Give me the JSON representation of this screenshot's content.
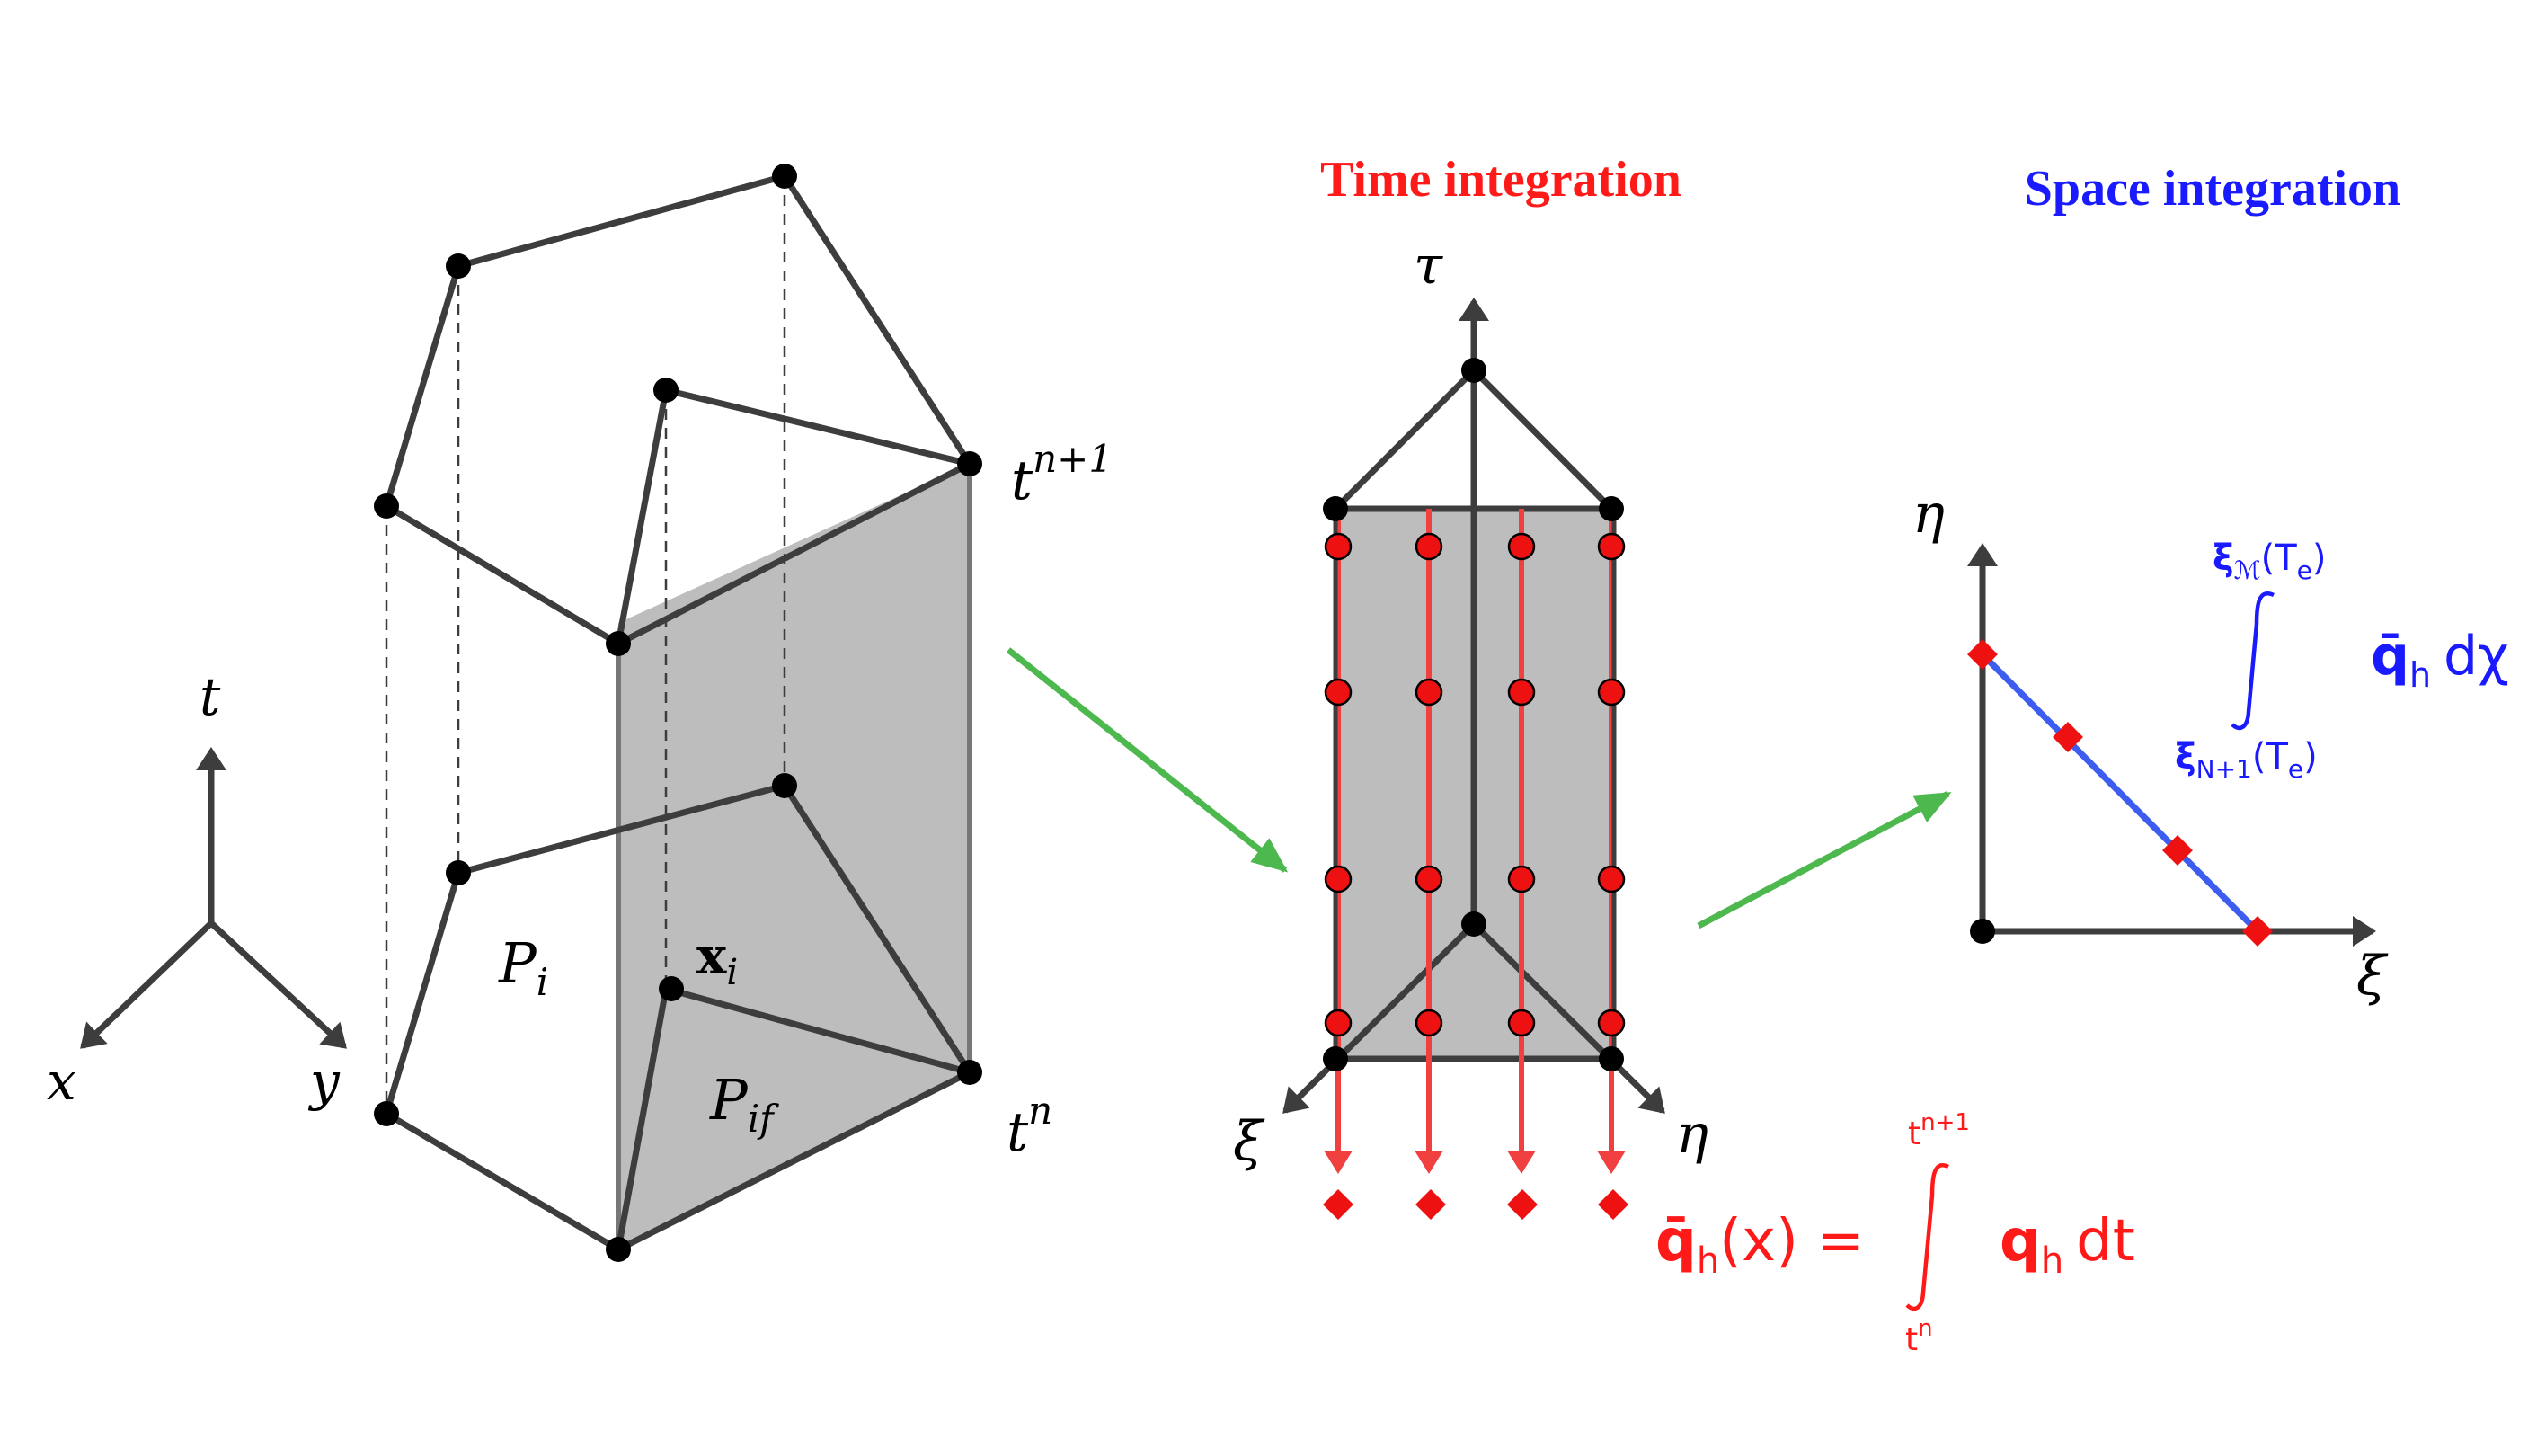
{
  "colors": {
    "edge": "#3d3d3d",
    "face": "#bdbdbd",
    "node": "#000000",
    "arrow": "#4db84d",
    "time": "#ff1a1a",
    "space": "#1a1aff",
    "quad_line": "#f04040"
  },
  "titles": {
    "time": "Time integration",
    "space": "Space integration"
  },
  "axes3d": {
    "t": "t",
    "x": "x",
    "y": "y"
  },
  "prism": {
    "time_top": "t",
    "time_top_sup": "n+1",
    "time_bottom": "t",
    "time_bottom_sup": "n",
    "cell": "P",
    "cell_sub": "i",
    "face": "P",
    "face_sub": "if",
    "point": "x",
    "point_sub": "i"
  },
  "ref_element": {
    "tau": "τ",
    "xi": "ξ",
    "eta": "η"
  },
  "ref_triangle": {
    "eta": "η",
    "xi": "ξ"
  },
  "time_formula": {
    "lhs_q": "q̄",
    "lhs_sub": "h",
    "lhs_arg": "(x) =",
    "upper": "t",
    "upper_sup": "n+1",
    "lower": "t",
    "lower_sup": "n",
    "integrand_q": "q",
    "integrand_sub": "h",
    "dt": "dt"
  },
  "space_formula": {
    "upper_xi": "ξ",
    "upper_sub": "ℳ",
    "upper_arg": "(T",
    "upper_arg_sub": "e",
    "upper_close": ")",
    "lower_xi": "ξ",
    "lower_sub": "N+1",
    "lower_arg": "(T",
    "lower_arg_sub": "e",
    "lower_close": ")",
    "integrand_q": "q̄",
    "integrand_sub": "h",
    "dchi": "dχ"
  }
}
